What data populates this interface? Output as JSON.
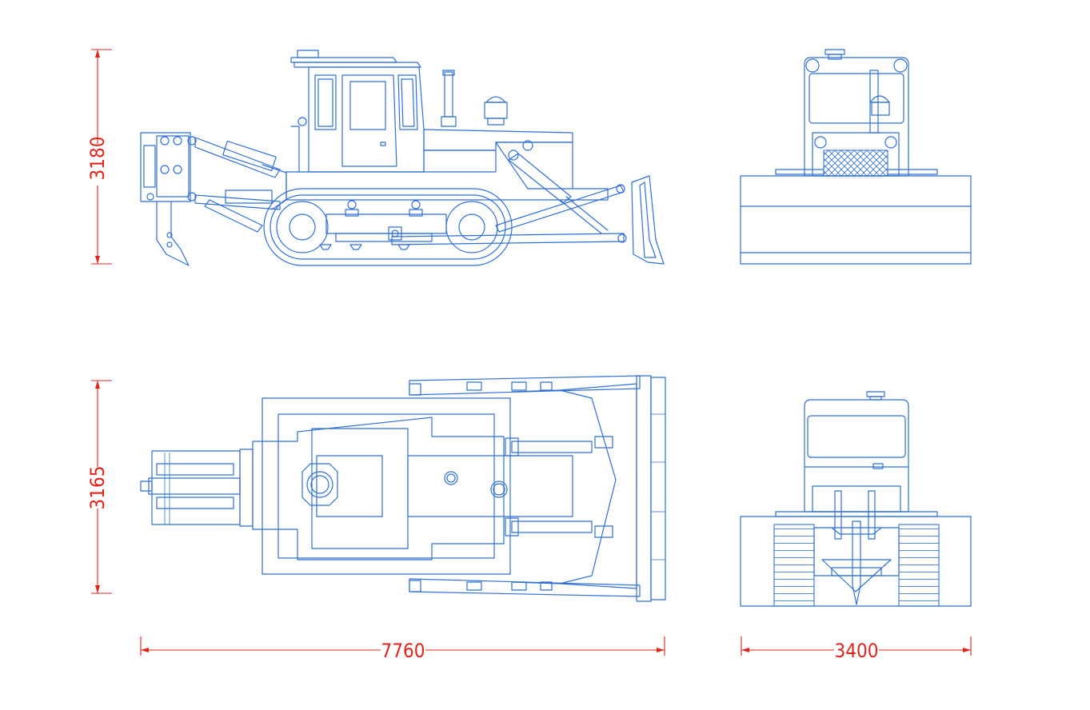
{
  "dimensions": {
    "side_height": "3180",
    "top_width": "3165",
    "overall_length": "7760",
    "overall_width": "3400"
  },
  "views": [
    "side-view",
    "front-view",
    "top-view",
    "rear-view"
  ],
  "colors": {
    "line": "#2f6fd6",
    "dimension": "#e0241b",
    "background": "#ffffff"
  }
}
